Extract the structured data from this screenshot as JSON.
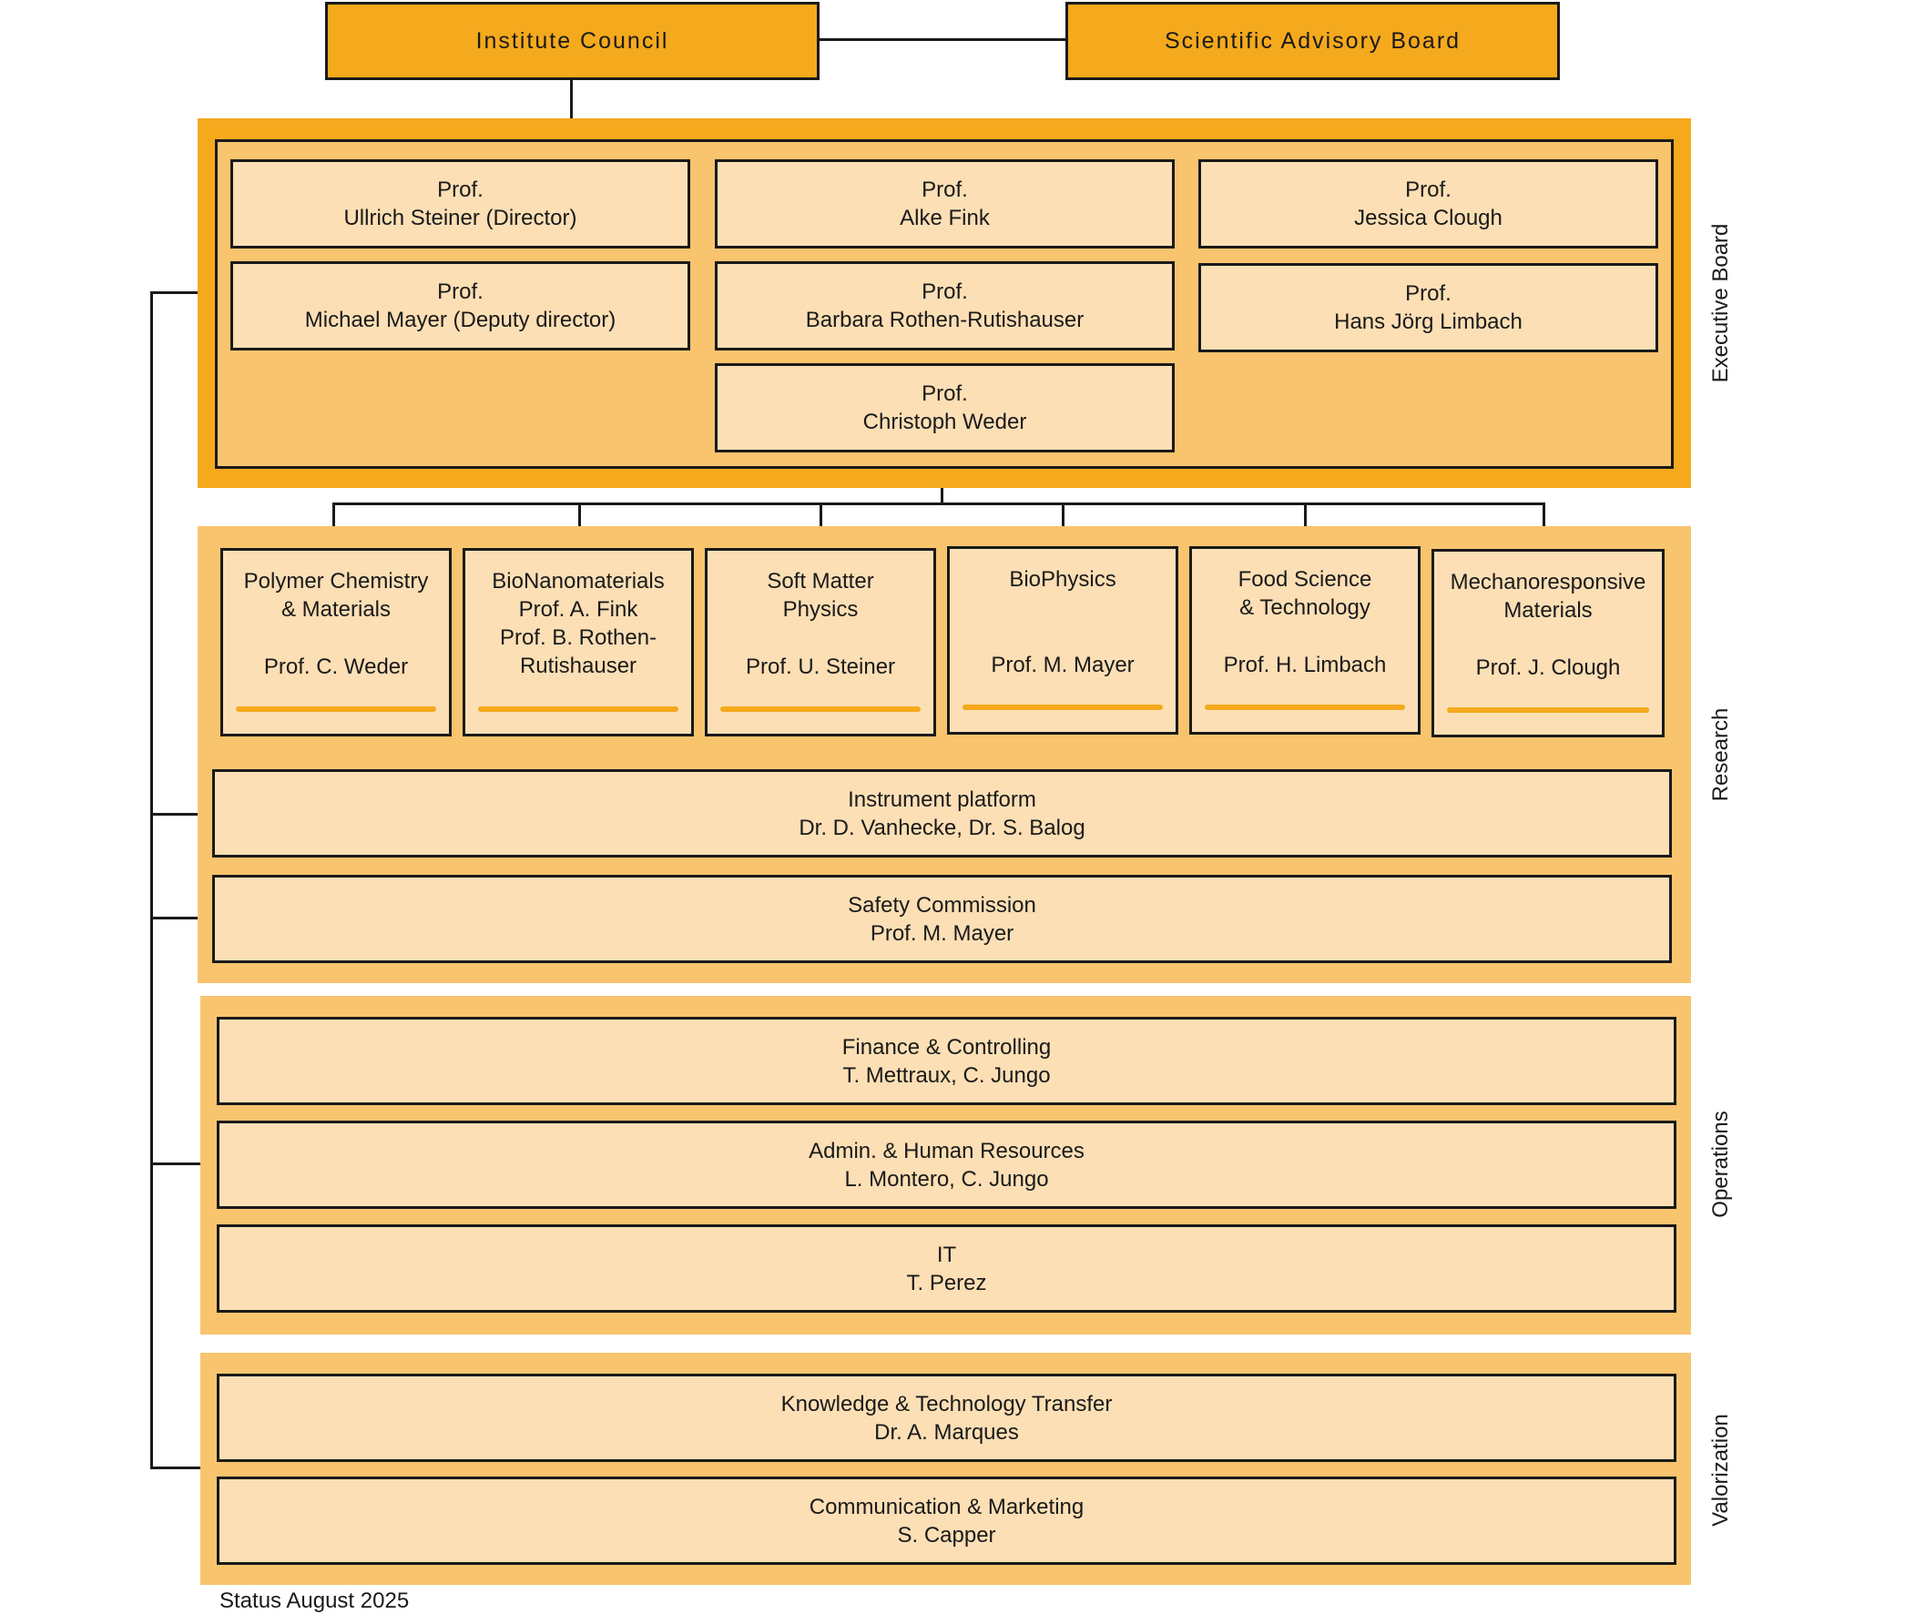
{
  "top": {
    "institute_council": "Institute Council",
    "scientific_advisory_board": "Scientific Advisory Board"
  },
  "executive_board": {
    "label": "Executive Board",
    "members": [
      {
        "title": "Prof.",
        "name": "Ullrich Steiner (Director)"
      },
      {
        "title": "Prof.",
        "name": "Alke Fink"
      },
      {
        "title": "Prof.",
        "name": "Jessica Clough"
      },
      {
        "title": "Prof.",
        "name": "Michael Mayer (Deputy director)"
      },
      {
        "title": "Prof.",
        "name": "Barbara Rothen-Rutishauser"
      },
      {
        "title": "Prof.",
        "name": "Hans Jörg Limbach"
      },
      {
        "title": "Prof.",
        "name": "Christoph Weder"
      }
    ]
  },
  "research": {
    "label": "Research",
    "groups": [
      {
        "name": "Polymer Chemistry\n& Materials",
        "head": "Prof. C. Weder"
      },
      {
        "name": "BioNanomaterials\nProf. A. Fink\nProf. B. Rothen-\nRutishauser",
        "head": ""
      },
      {
        "name": "Soft Matter\nPhysics",
        "head": "Prof. U. Steiner"
      },
      {
        "name": "BioPhysics",
        "head": "Prof. M. Mayer"
      },
      {
        "name": "Food Science\n& Technology",
        "head": "Prof. H. Limbach"
      },
      {
        "name": "Mechanoresponsive\nMaterials",
        "head": "Prof. J. Clough"
      }
    ],
    "units": [
      {
        "name": "Instrument platform",
        "people": "Dr. D. Vanhecke, Dr. S. Balog"
      },
      {
        "name": "Safety Commission",
        "people": "Prof. M. Mayer"
      }
    ]
  },
  "operations": {
    "label": "Operations",
    "units": [
      {
        "name": "Finance & Controlling",
        "people": "T. Mettraux, C. Jungo"
      },
      {
        "name": "Admin. & Human Resources",
        "people": "L. Montero, C. Jungo"
      },
      {
        "name": "IT",
        "people": "T. Perez"
      }
    ]
  },
  "valorization": {
    "label": "Valorization",
    "units": [
      {
        "name": "Knowledge & Technology Transfer",
        "people": "Dr. A. Marques"
      },
      {
        "name": "Communication & Marketing",
        "people": "S. Capper"
      }
    ]
  },
  "footer": {
    "status": "Status August 2025"
  },
  "colors": {
    "dark_orange": "#F5A91C",
    "mid_orange": "#F9C46E",
    "light_orange": "#FCDFB5",
    "line": "#1a1a1a"
  }
}
